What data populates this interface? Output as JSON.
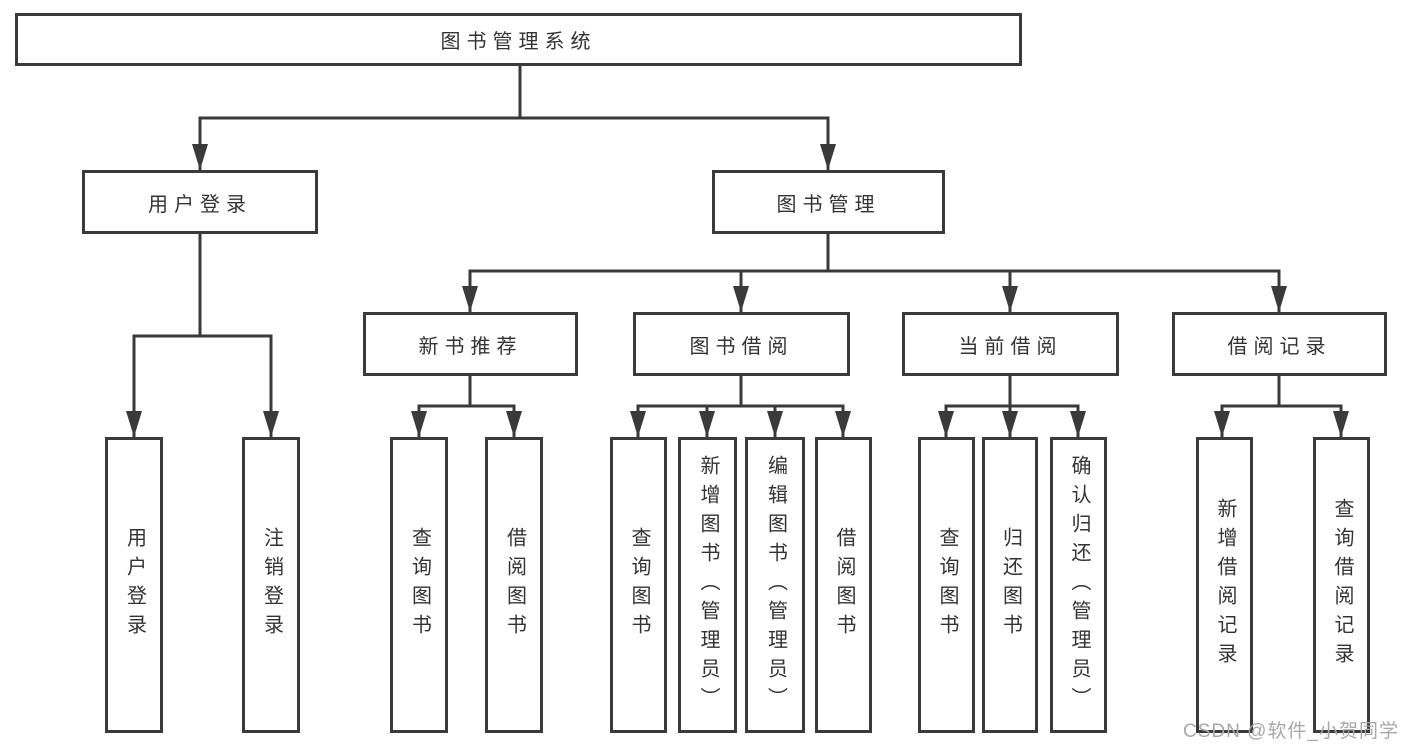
{
  "diagram": {
    "title": "图书管理系统",
    "branches": [
      {
        "label": "用户登录",
        "children": [
          "用户登录",
          "注销登录"
        ]
      },
      {
        "label": "图书管理",
        "sections": [
          {
            "label": "新书推荐",
            "children": [
              "查询图书",
              "借阅图书"
            ]
          },
          {
            "label": "图书借阅",
            "children": [
              "查询图书",
              "新增图书（管理员）",
              "编辑图书（管理员）",
              "借阅图书"
            ]
          },
          {
            "label": "当前借阅",
            "children": [
              "查询图书",
              "归还图书",
              "确认归还（管理员）"
            ]
          },
          {
            "label": "借阅记录",
            "children": [
              "新增借阅记录",
              "查询借阅记录"
            ]
          }
        ]
      }
    ]
  },
  "watermark": {
    "text": "CSDN @软件_小贺同学"
  },
  "colors": {
    "line": "#3a3a3a",
    "text": "#333333",
    "background": "#ffffff",
    "watermark": "#a8a8a8"
  }
}
